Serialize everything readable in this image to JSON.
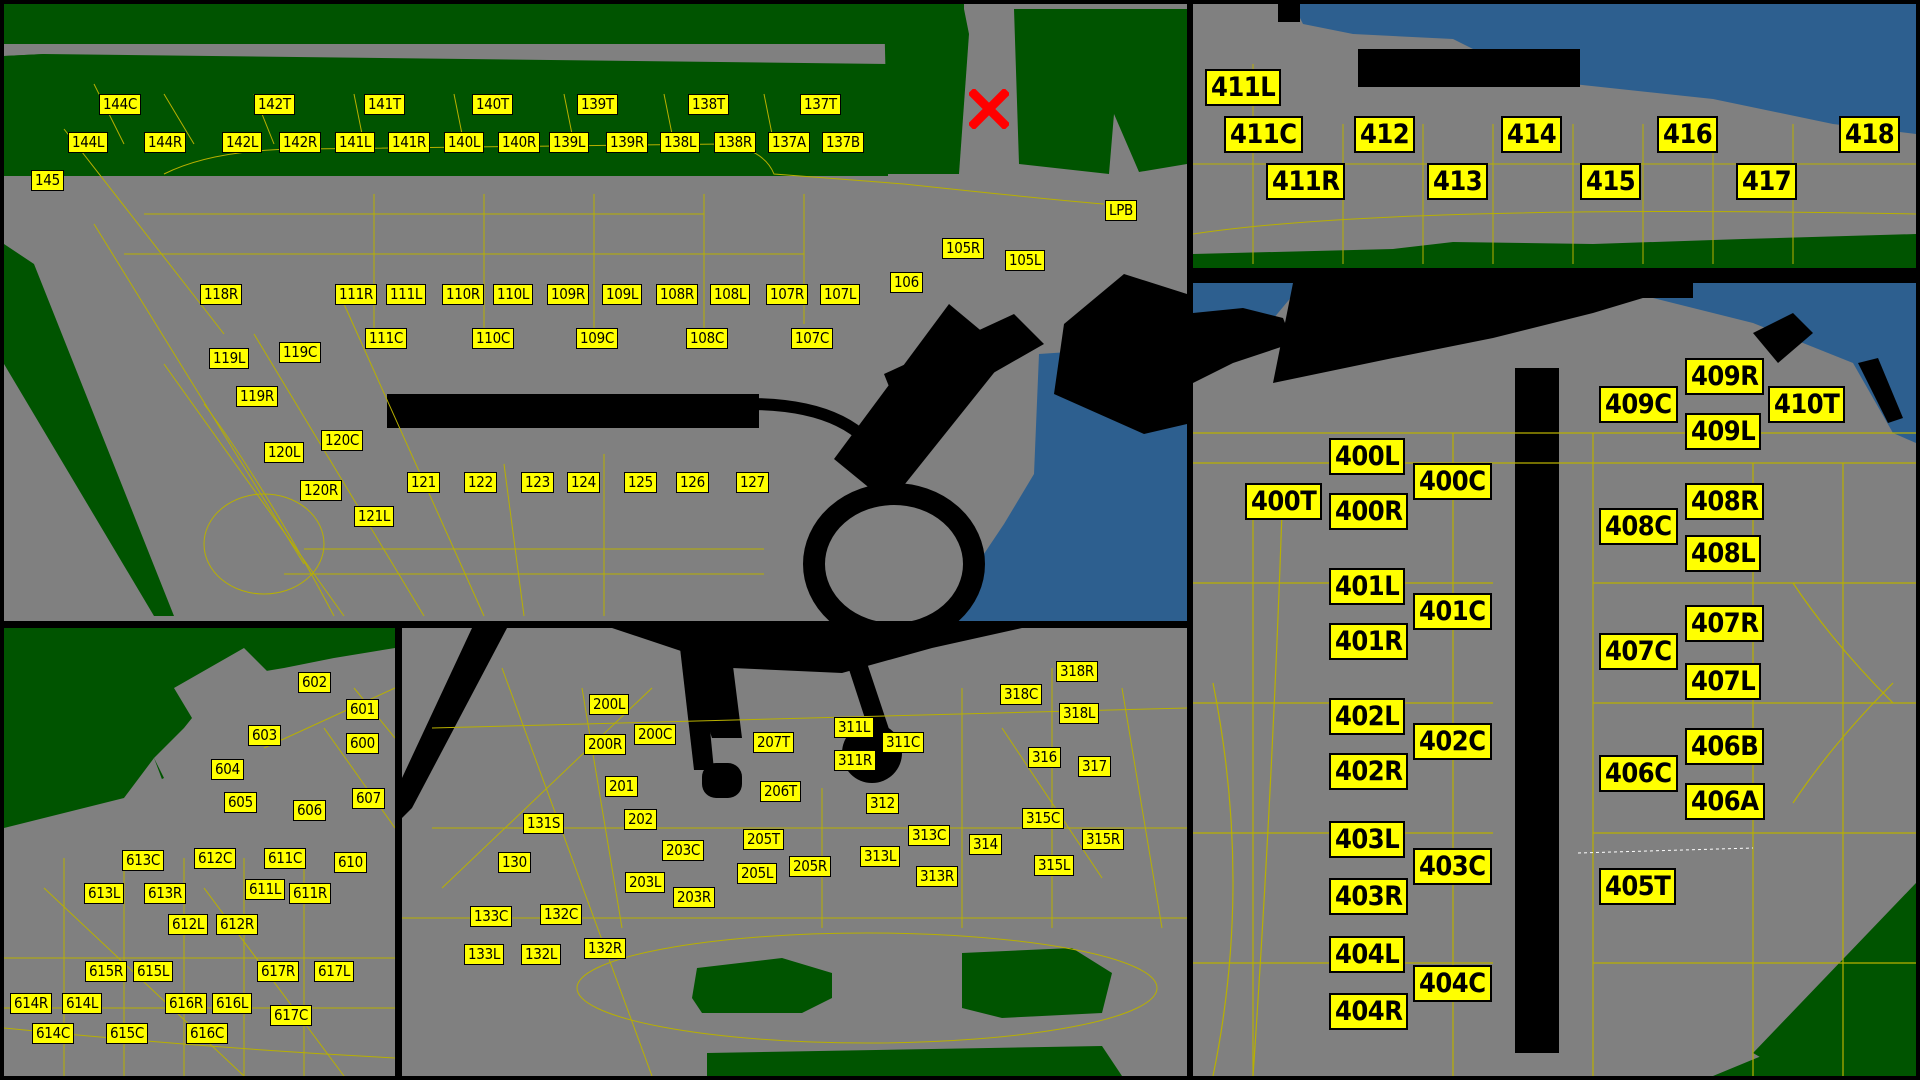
{
  "colors": {
    "stand_fill": "#ffff00",
    "apron": "#808080",
    "grass": "#005400",
    "water": "#2d5f8f",
    "building": "#000000",
    "taxi_line": "#b8b000",
    "marker": "#ff0000"
  },
  "closed_marker_icon": "red-x-icon",
  "panels": {
    "north_west": {
      "stands": [
        "144C",
        "142T",
        "141T",
        "140T",
        "139T",
        "138T",
        "137T",
        "144L",
        "144R",
        "142L",
        "142R",
        "141L",
        "141R",
        "140L",
        "140R",
        "139L",
        "139R",
        "138L",
        "138R",
        "137A",
        "137B",
        "145",
        "LPB",
        "105R",
        "105L",
        "106",
        "118R",
        "111R",
        "111L",
        "110R",
        "110L",
        "109R",
        "109L",
        "108R",
        "108L",
        "107R",
        "107L",
        "111C",
        "110C",
        "109C",
        "108C",
        "107C",
        "119L",
        "119C",
        "119R",
        "120C",
        "120L",
        "120R",
        "121L",
        "121",
        "122",
        "123",
        "124",
        "125",
        "126",
        "127"
      ]
    },
    "north_east": {
      "stands": [
        "411L",
        "411C",
        "412",
        "414",
        "416",
        "418",
        "411R",
        "413",
        "415",
        "417"
      ]
    },
    "east": {
      "stands": [
        "409R",
        "409C",
        "410T",
        "409L",
        "400L",
        "400C",
        "400T",
        "400R",
        "408R",
        "408C",
        "408L",
        "401L",
        "401C",
        "401R",
        "407R",
        "407C",
        "407L",
        "402L",
        "402C",
        "402R",
        "406B",
        "406C",
        "406A",
        "403L",
        "403C",
        "403R",
        "405T",
        "404L",
        "404C",
        "404R"
      ]
    },
    "south_west": {
      "stands": [
        "602",
        "601",
        "603",
        "600",
        "604",
        "607",
        "605",
        "606",
        "613C",
        "612C",
        "611C",
        "610",
        "613L",
        "613R",
        "611L",
        "611R",
        "612L",
        "612R",
        "615R",
        "615L",
        "617R",
        "617L",
        "614R",
        "614L",
        "616R",
        "616L",
        "617C",
        "614C",
        "615C",
        "616C"
      ]
    },
    "south_center": {
      "stands": [
        "318R",
        "318C",
        "318L",
        "200L",
        "200C",
        "200R",
        "311L",
        "311C",
        "207T",
        "311R",
        "316",
        "317",
        "201",
        "206T",
        "312",
        "202",
        "315C",
        "131S",
        "313C",
        "205T",
        "203C",
        "314",
        "315R",
        "130",
        "313L",
        "205R",
        "205L",
        "315L",
        "203L",
        "313R",
        "203R",
        "133C",
        "132C",
        "133L",
        "132L",
        "132R"
      ]
    }
  }
}
